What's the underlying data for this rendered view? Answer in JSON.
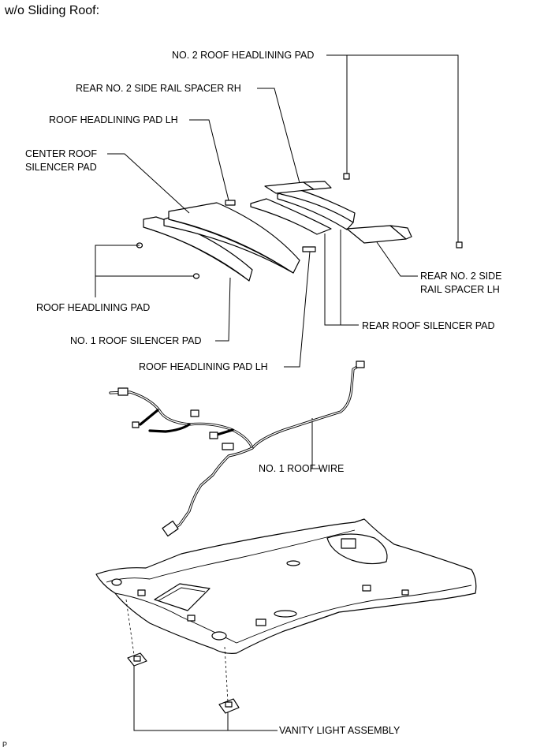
{
  "header": {
    "title": "w/o Sliding Roof:"
  },
  "labels": {
    "no2_roof_headlining_pad": "NO. 2 ROOF HEADLINING PAD",
    "rear_no2_side_rail_spacer_rh": "REAR NO. 2 SIDE RAIL SPACER RH",
    "roof_headlining_pad_lh_top": "ROOF HEADLINING PAD LH",
    "center_roof_silencer_pad_line1": "CENTER ROOF",
    "center_roof_silencer_pad_line2": "SILENCER PAD",
    "rear_no2_side_rail_spacer_lh_line1": "REAR NO. 2 SIDE",
    "rear_no2_side_rail_spacer_lh_line2": "RAIL SPACER LH",
    "roof_headlining_pad": "ROOF HEADLINING PAD",
    "rear_roof_silencer_pad": "REAR ROOF SILENCER PAD",
    "no1_roof_silencer_pad": "NO. 1 ROOF SILENCER PAD",
    "roof_headlining_pad_lh_bottom": "ROOF HEADLINING PAD LH",
    "no1_roof_wire": "NO. 1 ROOF WIRE",
    "vanity_light_assembly": "VANITY LIGHT ASSEMBLY"
  },
  "corner_mark": "P"
}
